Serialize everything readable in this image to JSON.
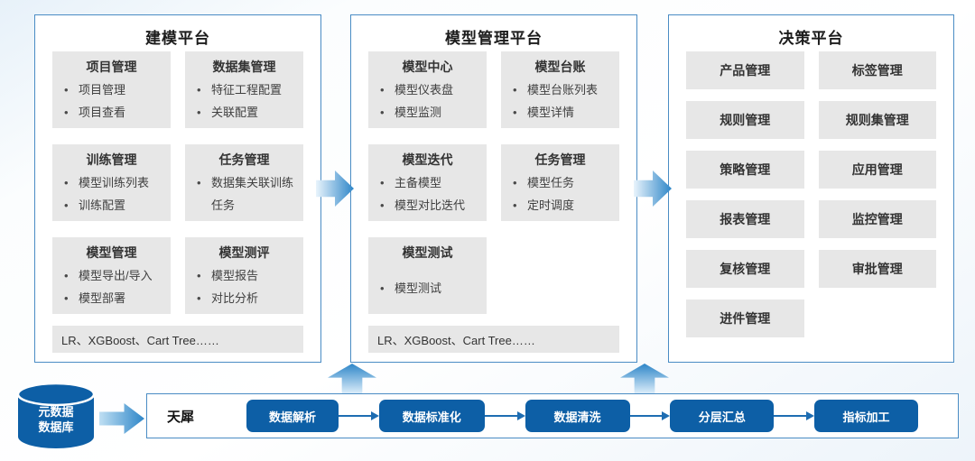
{
  "panels": [
    {
      "title": "建模平台",
      "sections": [
        {
          "title": "项目管理",
          "items": [
            "项目管理",
            "项目查看"
          ]
        },
        {
          "title": "数据集管理",
          "items": [
            "特征工程配置",
            "关联配置"
          ]
        },
        {
          "title": "训练管理",
          "items": [
            "模型训练列表",
            "训练配置"
          ]
        },
        {
          "title": "任务管理",
          "items": [
            "数据集关联训练任务"
          ]
        },
        {
          "title": "模型管理",
          "items": [
            "模型导出/导入",
            "模型部署"
          ]
        },
        {
          "title": "模型测评",
          "items": [
            "模型报告",
            "对比分析"
          ]
        }
      ],
      "footer": "LR、XGBoost、Cart Tree……"
    },
    {
      "title": "模型管理平台",
      "sections": [
        {
          "title": "模型中心",
          "items": [
            "模型仪表盘",
            "模型监测"
          ]
        },
        {
          "title": "模型台账",
          "items": [
            "模型台账列表",
            "模型详情"
          ]
        },
        {
          "title": "模型迭代",
          "items": [
            "主备模型",
            "模型对比迭代"
          ]
        },
        {
          "title": "任务管理",
          "items": [
            "模型任务",
            "定时调度"
          ]
        },
        {
          "title": "模型测试",
          "items": [
            "模型测试"
          ]
        }
      ],
      "footer": "LR、XGBoost、Cart Tree……"
    },
    {
      "title": "决策平台",
      "boxes": [
        "产品管理",
        "标签管理",
        "规则管理",
        "规则集管理",
        "策略管理",
        "应用管理",
        "报表管理",
        "监控管理",
        "复核管理",
        "审批管理",
        "进件管理"
      ]
    }
  ],
  "datasource": {
    "label_line1": "元数据",
    "label_line2": "数据库"
  },
  "pipeline": {
    "engine": "天犀",
    "steps": [
      "数据解析",
      "数据标准化",
      "数据清洗",
      "分层汇总",
      "指标加工"
    ]
  },
  "colors": {
    "accent_blue": "#0d5fa6",
    "panel_border": "#4a8cc4",
    "box_gray": "#e7e7e7",
    "arrow_gradient_light": "#e6f3fb",
    "arrow_gradient_dark": "#2e86c8",
    "connector_blue": "#1e6db2"
  }
}
